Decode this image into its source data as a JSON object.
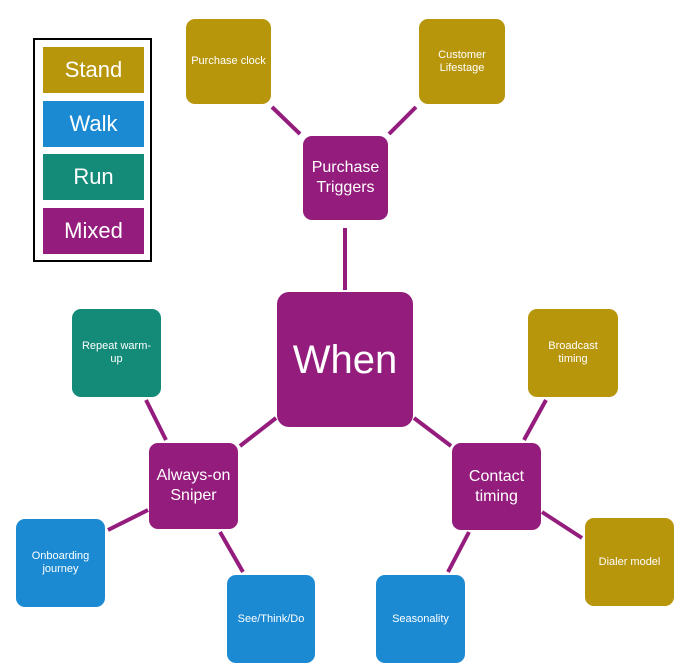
{
  "legend": {
    "items": [
      {
        "label": "Stand",
        "color": "#b8960c"
      },
      {
        "label": "Walk",
        "color": "#1b8ad3"
      },
      {
        "label": "Run",
        "color": "#148a78"
      },
      {
        "label": "Mixed",
        "color": "#931c7c"
      }
    ]
  },
  "nodes": {
    "center": "When",
    "purchase_triggers": "Purchase Triggers",
    "purchase_clock": "Purchase clock",
    "customer_lifestage": "Customer Lifestage",
    "always_on_sniper": "Always-on Sniper",
    "repeat_warm_up": "Repeat warm-up",
    "onboarding_journey": "Onboarding journey",
    "see_think_do": "See/Think/Do",
    "contact_timing": "Contact timing",
    "broadcast_timing": "Broadcast timing",
    "dialer_model": "Dialer model",
    "seasonality": "Seasonality"
  },
  "colors": {
    "connector": "#931c7c"
  }
}
